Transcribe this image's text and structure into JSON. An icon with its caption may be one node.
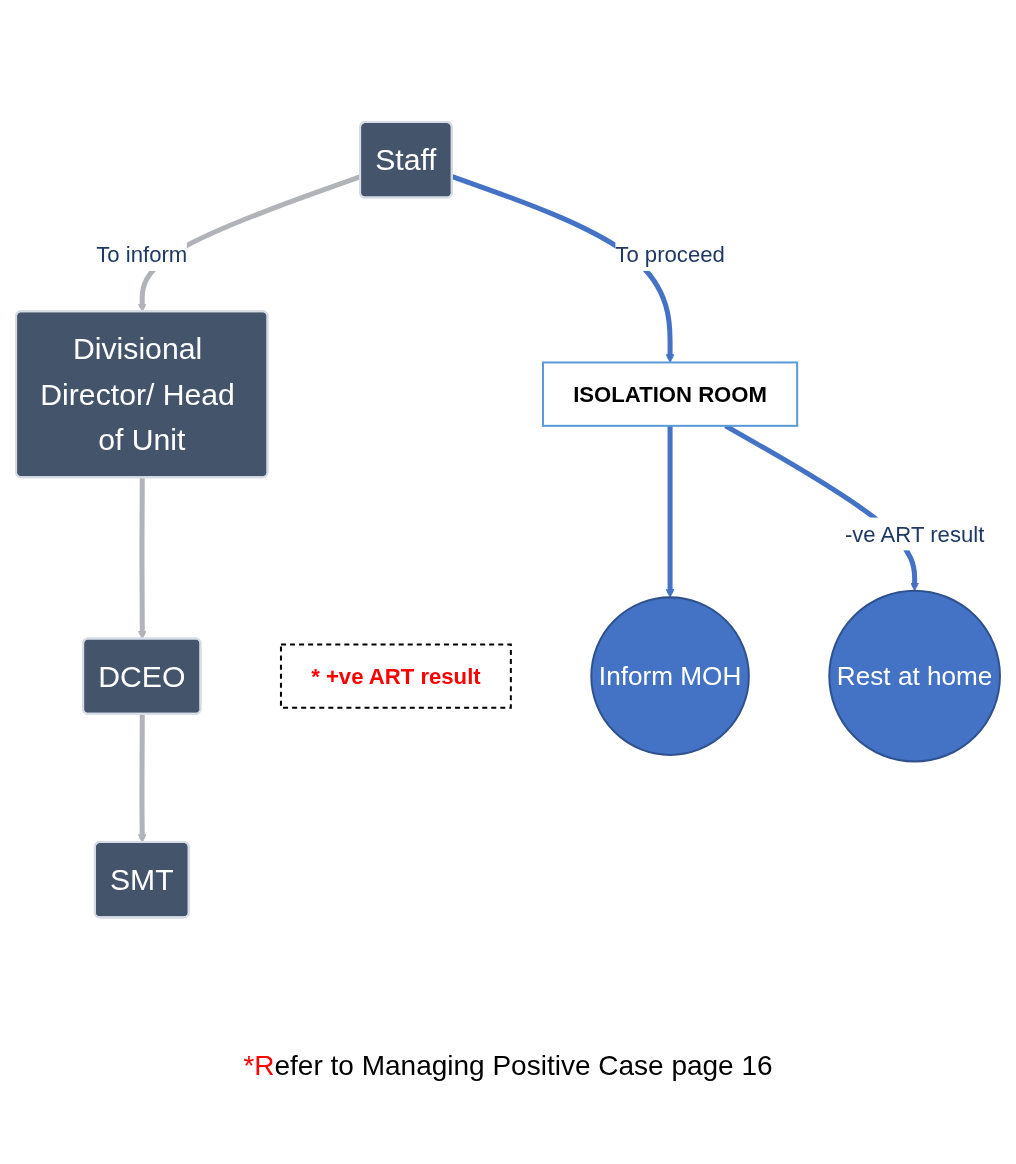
{
  "diagram": {
    "nodes": [
      {
        "text": [
          "Staff"
        ]
      },
      {
        "text": [
          "Divisional Director/ Head of Unit"
        ]
      },
      {
        "text": [
          "DCEO"
        ]
      },
      {
        "text": [
          "SMT"
        ]
      },
      {
        "text": [
          "ISOLATION ROOM"
        ]
      },
      {
        "text": [
          "* +ve ART result"
        ]
      },
      {
        "text": [
          "Inform MOH"
        ]
      },
      {
        "text": [
          "Rest at home"
        ]
      }
    ],
    "edges": [
      {
        "from": 0,
        "to": 1,
        "arrow": "to",
        "label": "To inform",
        "color": "#b0b3b8"
      },
      {
        "from": 0,
        "to": 4,
        "arrow": "to",
        "label": "To proceed",
        "color": "#4472c4"
      },
      {
        "from": 1,
        "to": 2,
        "arrow": "to",
        "color": "#b0b3b8"
      },
      {
        "from": 2,
        "to": 3,
        "arrow": "to",
        "color": "#b0b3b8"
      },
      {
        "from": 4,
        "to": 6,
        "arrow": "to",
        "color": "#4472c4"
      },
      {
        "from": 4,
        "to": 7,
        "arrow": "to",
        "label": "-ve ART result",
        "color": "#4472c4"
      }
    ],
    "labels": [
      "*Refer to Managing Positive Case page 16"
    ]
  }
}
